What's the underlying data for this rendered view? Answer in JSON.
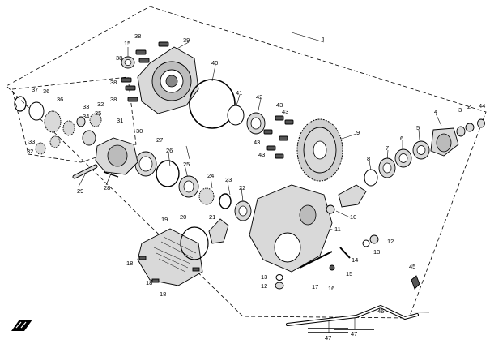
{
  "labels": [
    {
      "id": "1",
      "text": "1"
    },
    {
      "id": "2",
      "text": "2"
    },
    {
      "id": "3",
      "text": "3"
    },
    {
      "id": "4",
      "text": "4"
    },
    {
      "id": "5",
      "text": "5"
    },
    {
      "id": "6",
      "text": "6"
    },
    {
      "id": "7",
      "text": "7"
    },
    {
      "id": "8",
      "text": "8"
    },
    {
      "id": "9",
      "text": "9"
    },
    {
      "id": "10",
      "text": "10"
    },
    {
      "id": "11",
      "text": "11"
    },
    {
      "id": "12a",
      "text": "12"
    },
    {
      "id": "12b",
      "text": "12"
    },
    {
      "id": "13a",
      "text": "13"
    },
    {
      "id": "13b",
      "text": "13"
    },
    {
      "id": "14",
      "text": "14"
    },
    {
      "id": "15a",
      "text": "15"
    },
    {
      "id": "15b",
      "text": "15"
    },
    {
      "id": "16",
      "text": "16"
    },
    {
      "id": "17",
      "text": "17"
    },
    {
      "id": "18a",
      "text": "18"
    },
    {
      "id": "18b",
      "text": "18"
    },
    {
      "id": "18c",
      "text": "18"
    },
    {
      "id": "19",
      "text": "19"
    },
    {
      "id": "20",
      "text": "20"
    },
    {
      "id": "21",
      "text": "21"
    },
    {
      "id": "22",
      "text": "22"
    },
    {
      "id": "23",
      "text": "23"
    },
    {
      "id": "24",
      "text": "24"
    },
    {
      "id": "25",
      "text": "25"
    },
    {
      "id": "26",
      "text": "26"
    },
    {
      "id": "27",
      "text": "27"
    },
    {
      "id": "28",
      "text": "28"
    },
    {
      "id": "29",
      "text": "29"
    },
    {
      "id": "30",
      "text": "30"
    },
    {
      "id": "31",
      "text": "31"
    },
    {
      "id": "32a",
      "text": "32"
    },
    {
      "id": "32b",
      "text": "32"
    },
    {
      "id": "33a",
      "text": "33"
    },
    {
      "id": "33b",
      "text": "33"
    },
    {
      "id": "34",
      "text": "34"
    },
    {
      "id": "35",
      "text": "35"
    },
    {
      "id": "36a",
      "text": "36"
    },
    {
      "id": "36b",
      "text": "36"
    },
    {
      "id": "37",
      "text": "37"
    },
    {
      "id": "38a",
      "text": "38"
    },
    {
      "id": "38b",
      "text": "38"
    },
    {
      "id": "38c",
      "text": "38"
    },
    {
      "id": "38d",
      "text": "38"
    },
    {
      "id": "39",
      "text": "39"
    },
    {
      "id": "40",
      "text": "40"
    },
    {
      "id": "41",
      "text": "41"
    },
    {
      "id": "42",
      "text": "42"
    },
    {
      "id": "43a",
      "text": "43"
    },
    {
      "id": "43b",
      "text": "43"
    },
    {
      "id": "43c",
      "text": "43"
    },
    {
      "id": "43d",
      "text": "43"
    },
    {
      "id": "44",
      "text": "44"
    },
    {
      "id": "45",
      "text": "45"
    },
    {
      "id": "46",
      "text": "46"
    },
    {
      "id": "47a",
      "text": "47"
    },
    {
      "id": "47b",
      "text": "47"
    }
  ],
  "logo_icon": "brand-logo-icon"
}
